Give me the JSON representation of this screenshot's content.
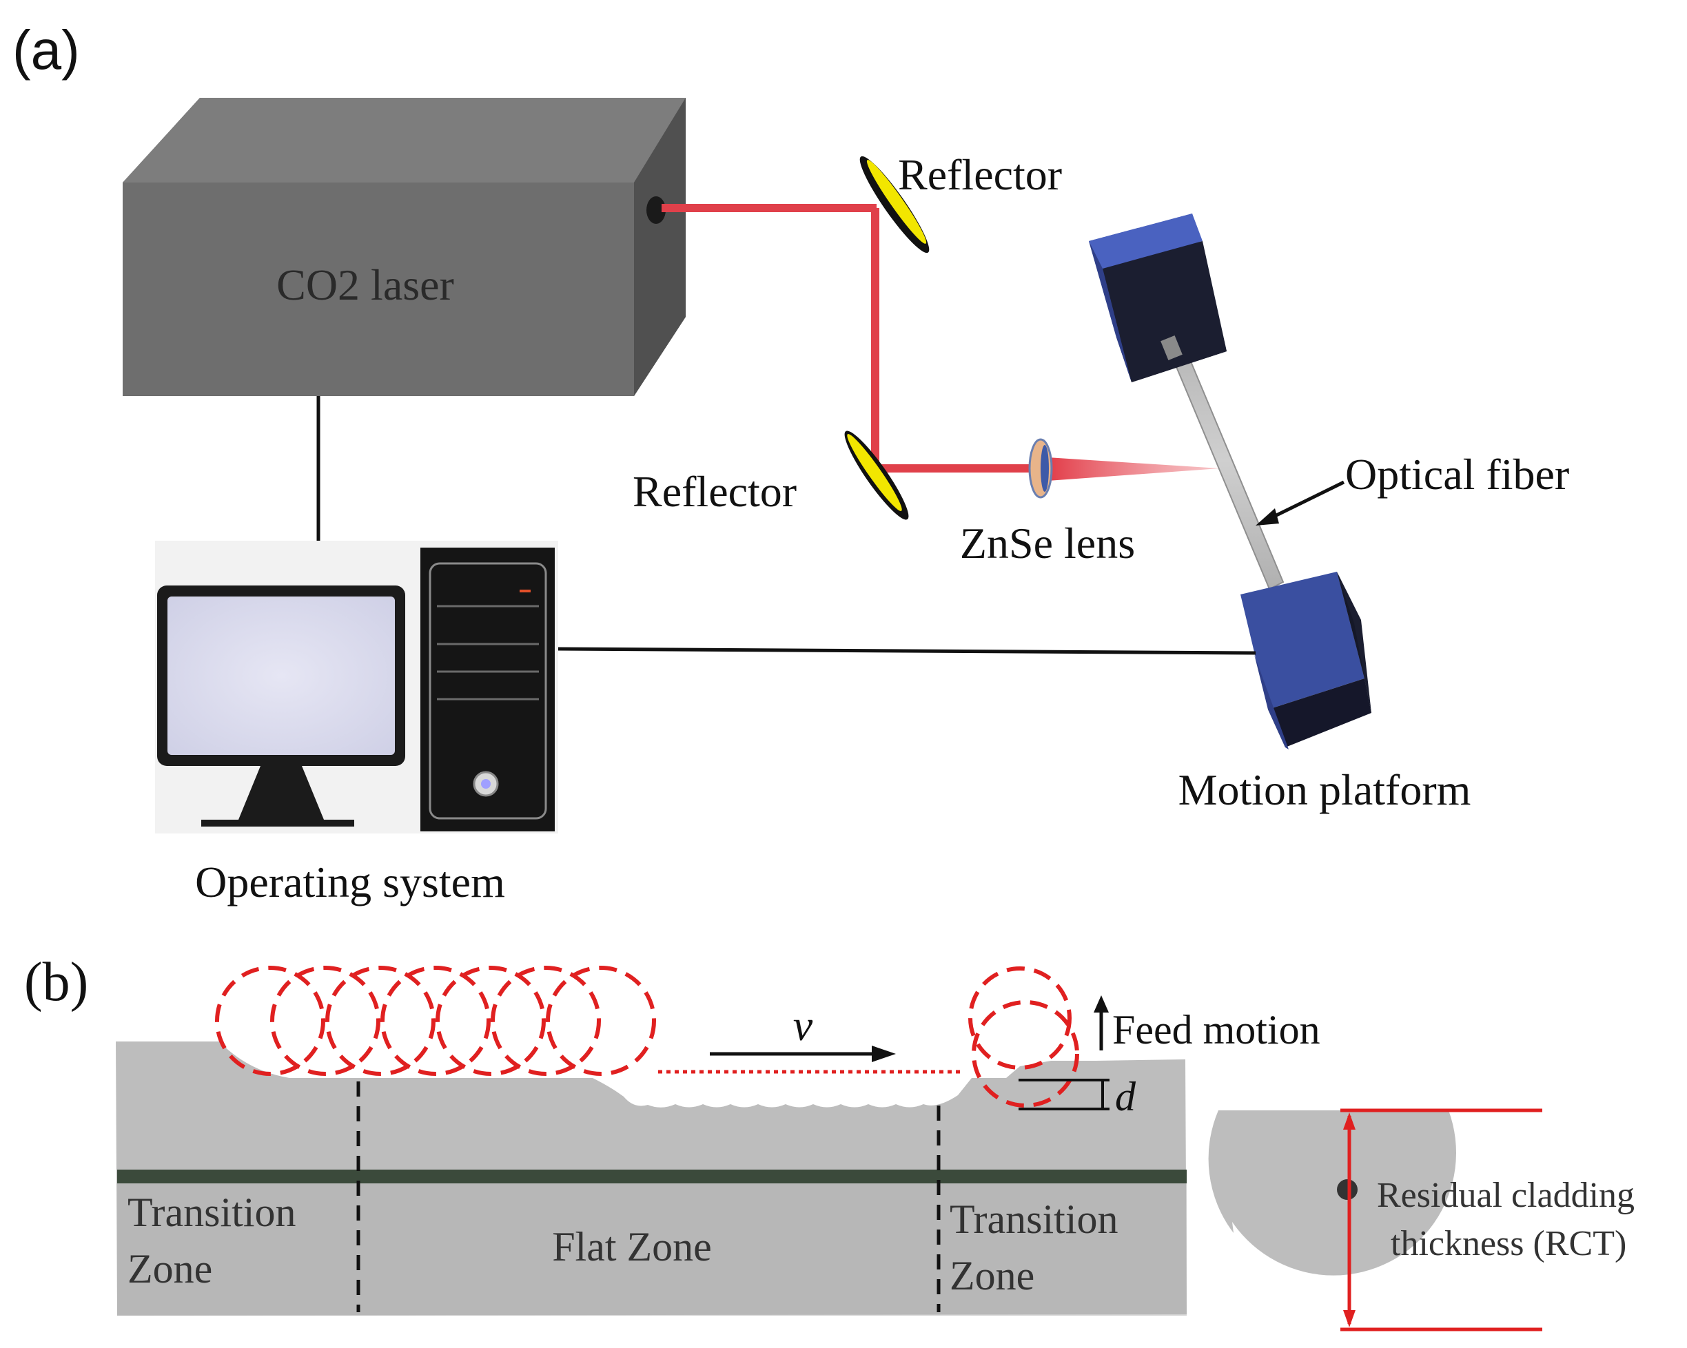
{
  "panel_a": {
    "tag": "(a)",
    "labels": {
      "laser": "CO2 laser",
      "reflector_top": "Reflector",
      "reflector_bottom": "Reflector",
      "lens": "ZnSe lens",
      "fiber": "Optical fiber",
      "platform": "Motion platform",
      "system": "Operating system"
    }
  },
  "panel_b": {
    "tag": "(b)",
    "labels": {
      "velocity": "v",
      "feed": "Feed motion",
      "depth": "d",
      "transition_left": [
        "Transition",
        "Zone"
      ],
      "flat": "Flat Zone",
      "transition_right": [
        "Transition",
        "Zone"
      ],
      "rct": [
        "Residual cladding",
        "thickness (RCT)"
      ]
    }
  },
  "colors": {
    "laser_body": "#6f6f6f",
    "beam": "#e0404a",
    "reflector": "#f2e600",
    "platform_blue": "#3a4fa0",
    "fiber_gray": "#a8a8a8",
    "dashed_red": "#e02020",
    "zone_gray": "#bdbdbd",
    "core_line": "#3b4a3b"
  }
}
